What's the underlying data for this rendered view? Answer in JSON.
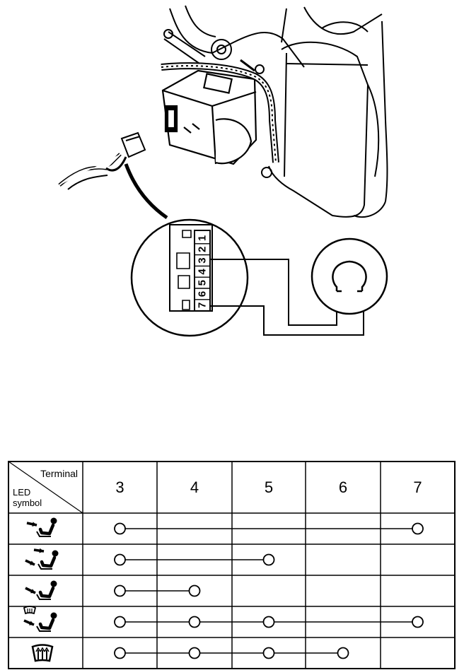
{
  "connector": {
    "pins_row1": [
      "1",
      "2",
      "3",
      "4",
      "5",
      "6",
      "7"
    ]
  },
  "table": {
    "header_terminal": "Terminal",
    "header_led_line1": "LED",
    "header_led_line2": "symbol",
    "columns": [
      "3",
      "4",
      "5",
      "6",
      "7"
    ],
    "rows": [
      {
        "symbol": "vent-mode-icon",
        "connected": [
          "3",
          "7"
        ]
      },
      {
        "symbol": "bi-level-mode-icon",
        "connected": [
          "3",
          "5"
        ]
      },
      {
        "symbol": "heat-mode-icon",
        "connected": [
          "3",
          "4"
        ]
      },
      {
        "symbol": "heat-defrost-mode-icon",
        "connected": [
          "3",
          "4",
          "5",
          "7"
        ]
      },
      {
        "symbol": "defrost-mode-icon",
        "connected": [
          "3",
          "4",
          "5",
          "6"
        ]
      }
    ]
  }
}
